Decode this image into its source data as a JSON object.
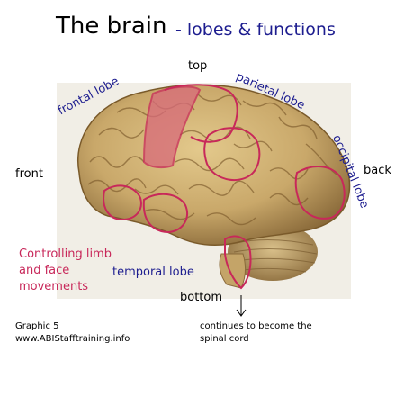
{
  "title": "The brain",
  "subtitle": "- lobes & functions",
  "directions": {
    "top": "top",
    "front": "front",
    "back": "back",
    "bottom": "bottom"
  },
  "lobes": {
    "frontal": "frontal lobe",
    "parietal": "parietal lobe",
    "occipital": "occipital lobe",
    "temporal": "temporal lobe"
  },
  "motor_note": [
    "Controlling limb",
    "and face",
    "movements"
  ],
  "footer": {
    "graphic": "Graphic 5",
    "url": "www.ABIStafftraining.info"
  },
  "spinal_note": [
    "continues to become the",
    "spinal cord"
  ],
  "colors": {
    "title_blue": "#1d1d8f",
    "outline_pink": "#c8285a",
    "motor_fill": "#d86a7a",
    "brain": "#c9a86a"
  }
}
